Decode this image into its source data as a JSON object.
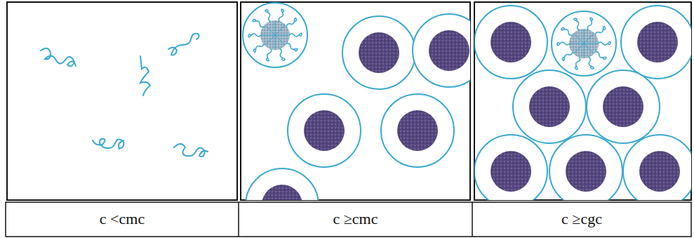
{
  "diagram": {
    "labels": [
      "c <cmc",
      "c ≥cmc",
      "c ≥cgc"
    ]
  }
}
